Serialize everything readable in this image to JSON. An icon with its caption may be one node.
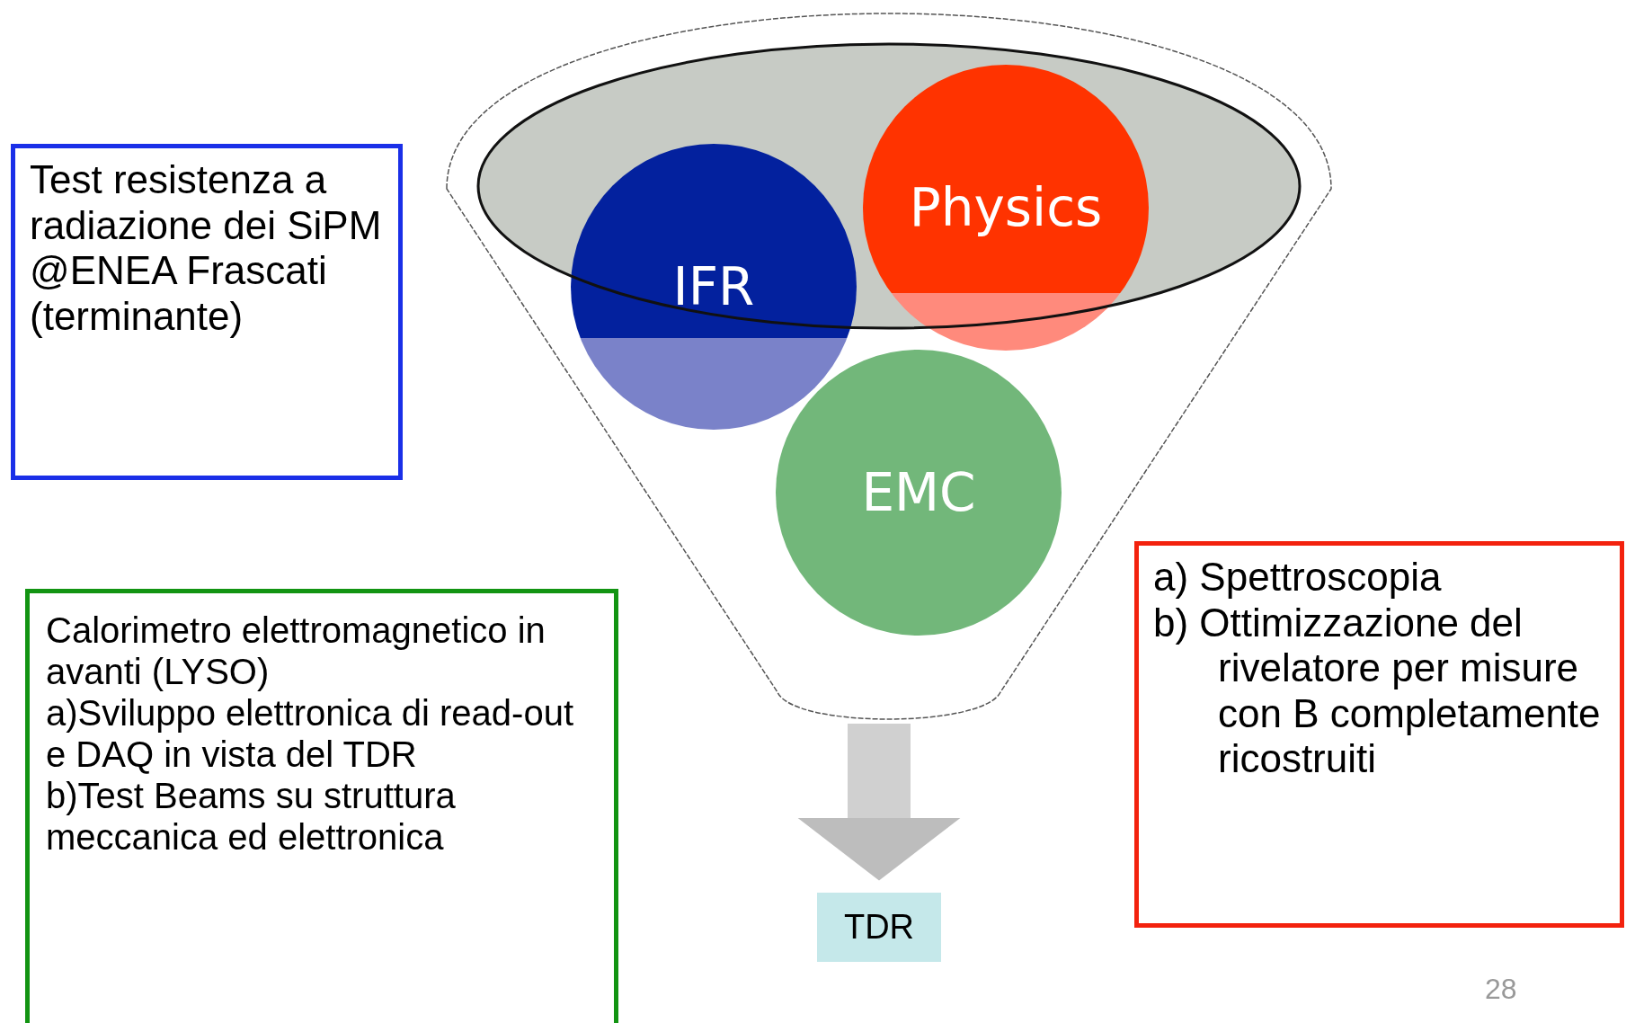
{
  "diagram": {
    "nodes": [
      {
        "text": [
          "Test resistenza a radiazione dei SiPM @ENEA Frascati (terminante)"
        ]
      },
      {
        "text": [],
        "shape": "funnel"
      },
      {
        "text": [
          "IFR"
        ],
        "in": 1
      },
      {
        "text": [
          "Physics"
        ],
        "in": 1
      },
      {
        "text": [
          "EMC"
        ],
        "in": 1
      },
      {
        "text": [
          "Calorimetro elettromagnetico in avanti (LYSO)",
          "a)Sviluppo elettronica di read-out e DAQ in vista del TDR",
          "b)Test Beams su struttura meccanica ed elettronica"
        ]
      },
      {
        "text": [
          "a) Spettroscopia",
          "b) Ottimizzazione del rivelatore per misure con B completamente ricostruiti"
        ]
      },
      {
        "text": [
          "TDR"
        ]
      }
    ],
    "edges": [
      {
        "from": 1,
        "to": 7,
        "arrow": "to"
      }
    ],
    "labels": [
      "28"
    ]
  }
}
